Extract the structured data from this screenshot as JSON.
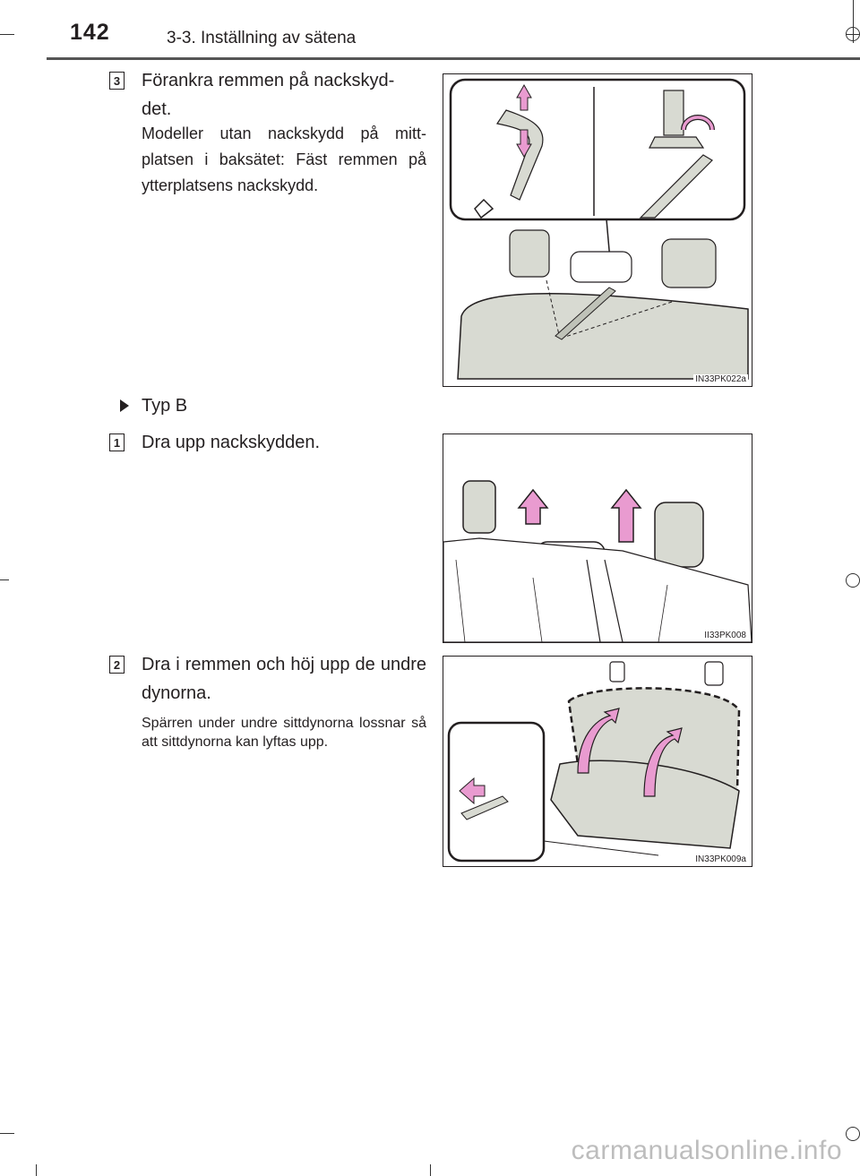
{
  "header": {
    "page_number": "142",
    "section_title": "3-3. Inställning av sätena"
  },
  "step3": {
    "badge": "3",
    "title_line1": "Förankra remmen på nackskyd-",
    "title_line2": "det.",
    "note": "Modeller utan nackskydd på mitt-platsen i baksätet: Fäst remmen på ytterplatsens nackskydd.",
    "figure_code": "IN33PK022a"
  },
  "type_b": {
    "label": "Typ B"
  },
  "step1": {
    "badge": "1",
    "title": "Dra upp nackskydden.",
    "figure_code": "II33PK008"
  },
  "step2": {
    "badge": "2",
    "title": "Dra i remmen och höj upp de undre dynorna.",
    "note": "Spärren under undre sittdynorna lossnar så att sittdynorna kan lyftas upp.",
    "figure_code": "IN33PK009a"
  },
  "footer": {
    "watermark": "carmanualsonline.info"
  },
  "colors": {
    "seat_gray": "#d8dad2",
    "arrow_pink": "#e99bd0",
    "text": "#231f20"
  }
}
